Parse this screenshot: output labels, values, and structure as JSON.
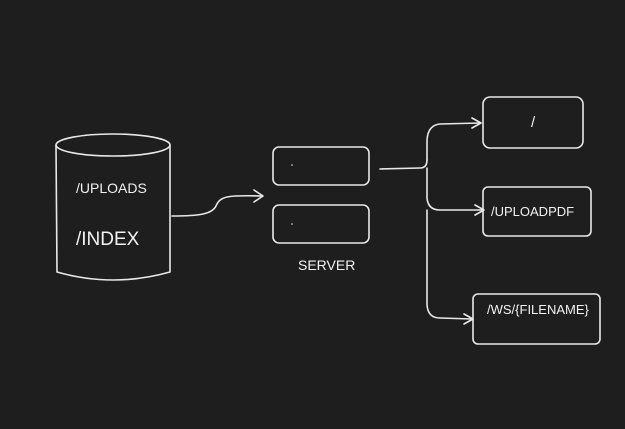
{
  "database": {
    "labels": [
      "/UPLOADS",
      "/INDEX"
    ]
  },
  "server": {
    "label": "SERVER"
  },
  "routes": [
    {
      "label": "/"
    },
    {
      "label": "/UPLOADPDF"
    },
    {
      "label": "/WS/{FILENAME}"
    }
  ],
  "colors": {
    "background": "#1e1e1e",
    "stroke": "#e8e8e8",
    "text": "#f2f2f2"
  }
}
